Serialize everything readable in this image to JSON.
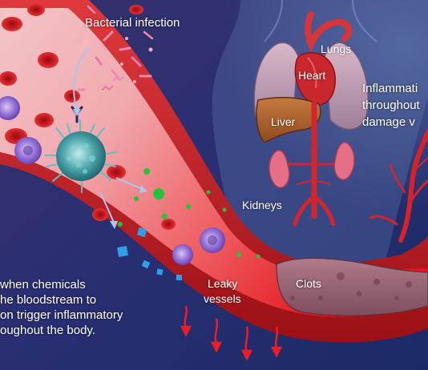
{
  "labels": {
    "bacterial_infection": "Bacterial infection",
    "lungs": "Lungs",
    "heart": "Heart",
    "liver": "Liver",
    "kidneys": "Kidneys",
    "clots": "Clots",
    "leaky_vessels_line1": "Leaky",
    "leaky_vessels_line2": "vessels"
  },
  "captions": {
    "left": [
      "when chemicals",
      "he bloodstream to",
      "on trigger inflammatory",
      "oughout the body."
    ],
    "right": [
      "Inflammati",
      "throughout",
      "damage v"
    ]
  },
  "colors": {
    "background": "#1d2a66",
    "vessel_wall": "#b81a22",
    "blood": "#d8151a",
    "red_cell": "#c41a1f",
    "immune_cell": "#4aa3a8",
    "white_cell": "#8e6bd6",
    "inflammatory_dot": "#22c43a",
    "chemical_square": "#2f9de8"
  }
}
